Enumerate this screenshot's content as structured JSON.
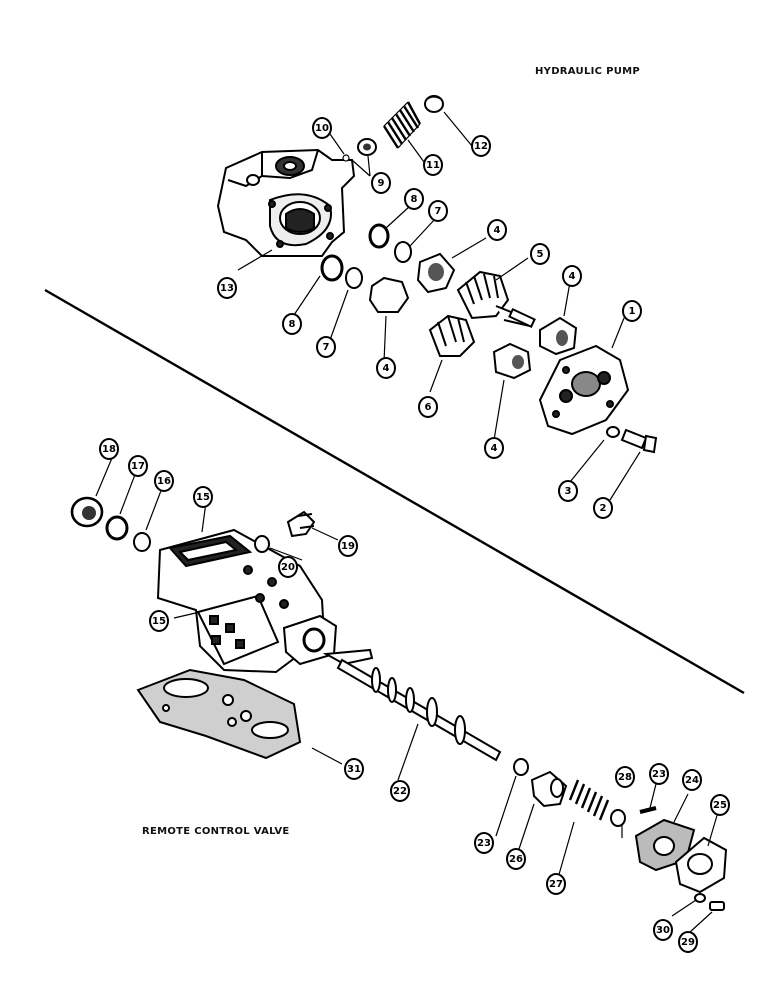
{
  "titles": {
    "top": "HYDRAULIC PUMP",
    "bottom": "REMOTE CONTROL VALVE"
  },
  "callouts": [
    "10",
    "12",
    "11",
    "9",
    "8",
    "7",
    "4",
    "5",
    "13",
    "8",
    "7",
    "4",
    "1",
    "4",
    "6",
    "4",
    "3",
    "2",
    "18",
    "17",
    "16",
    "15",
    "19",
    "20",
    "15",
    "22",
    "31",
    "23",
    "26",
    "27",
    "28",
    "23",
    "24",
    "25",
    "30",
    "29"
  ]
}
